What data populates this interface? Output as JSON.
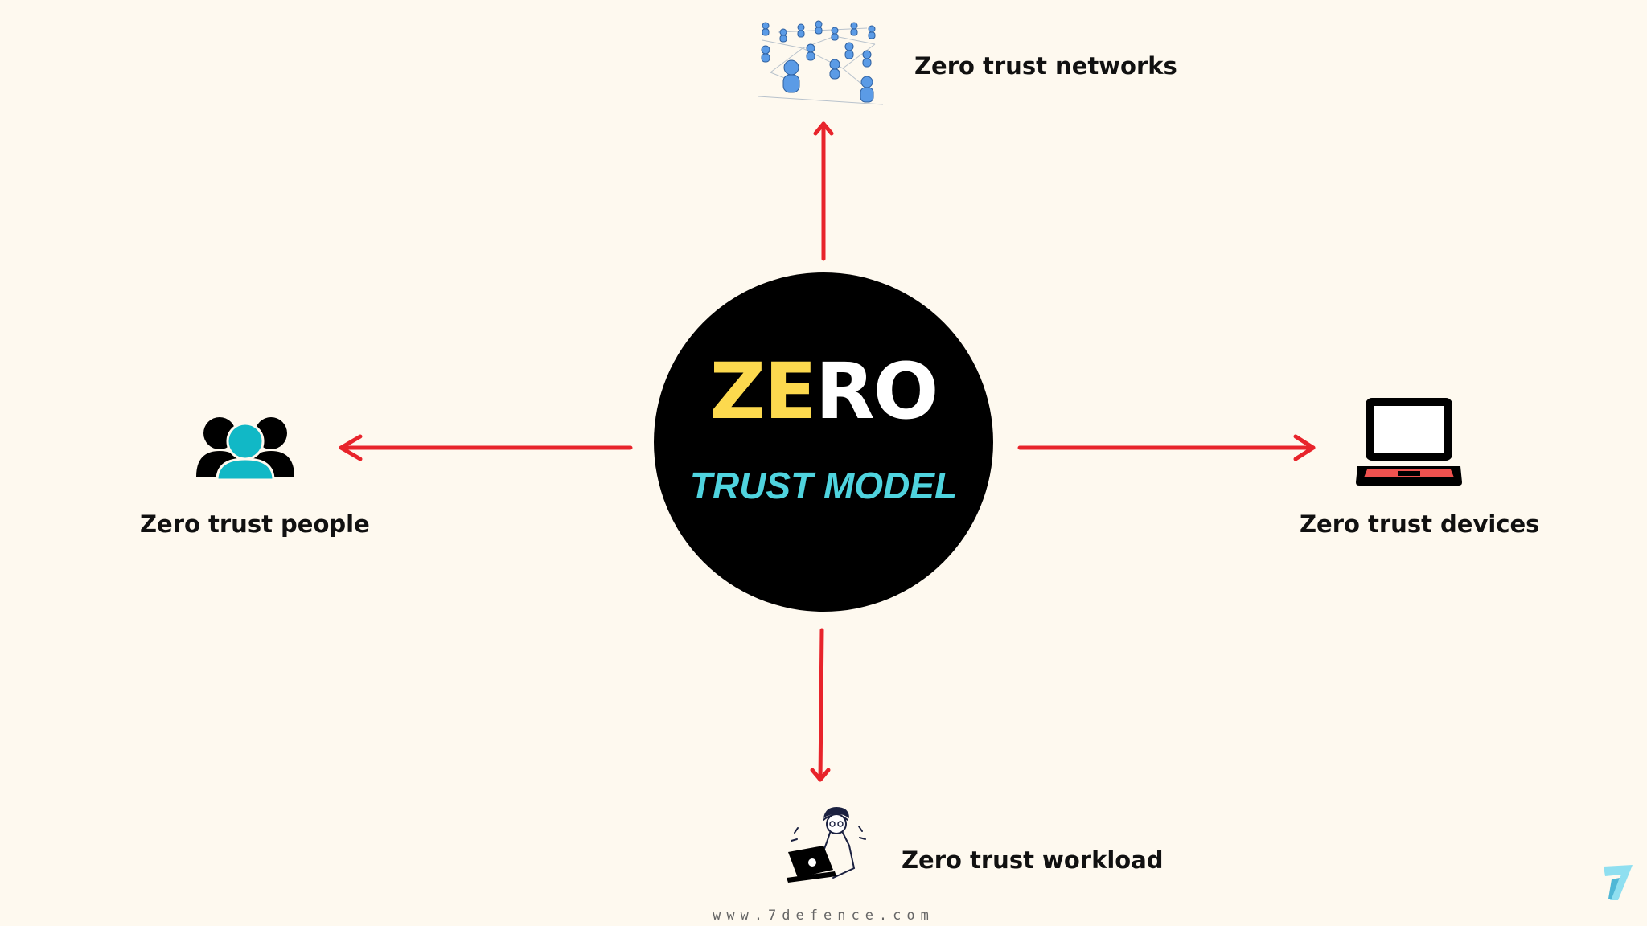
{
  "hub": {
    "title_accent": "ZE",
    "title_rest": "RO",
    "subtitle": "TRUST MODEL"
  },
  "branches": {
    "networks": "Zero trust networks",
    "people": "Zero trust people",
    "devices": "Zero trust devices",
    "workload": "Zero trust workload"
  },
  "footer": {
    "url": "www.7defence.com"
  },
  "icons": {
    "networks": "network-people-icon",
    "people": "people-group-icon",
    "devices": "laptop-icon",
    "workload": "person-with-laptop-icon",
    "brand": "seven-logo-icon"
  },
  "colors": {
    "background": "#fef9ef",
    "arrow": "#e8242b",
    "hub": "#000000",
    "accent_yellow": "#fcd94e",
    "accent_teal": "#4fd3de",
    "laptop_red": "#f0524f"
  }
}
